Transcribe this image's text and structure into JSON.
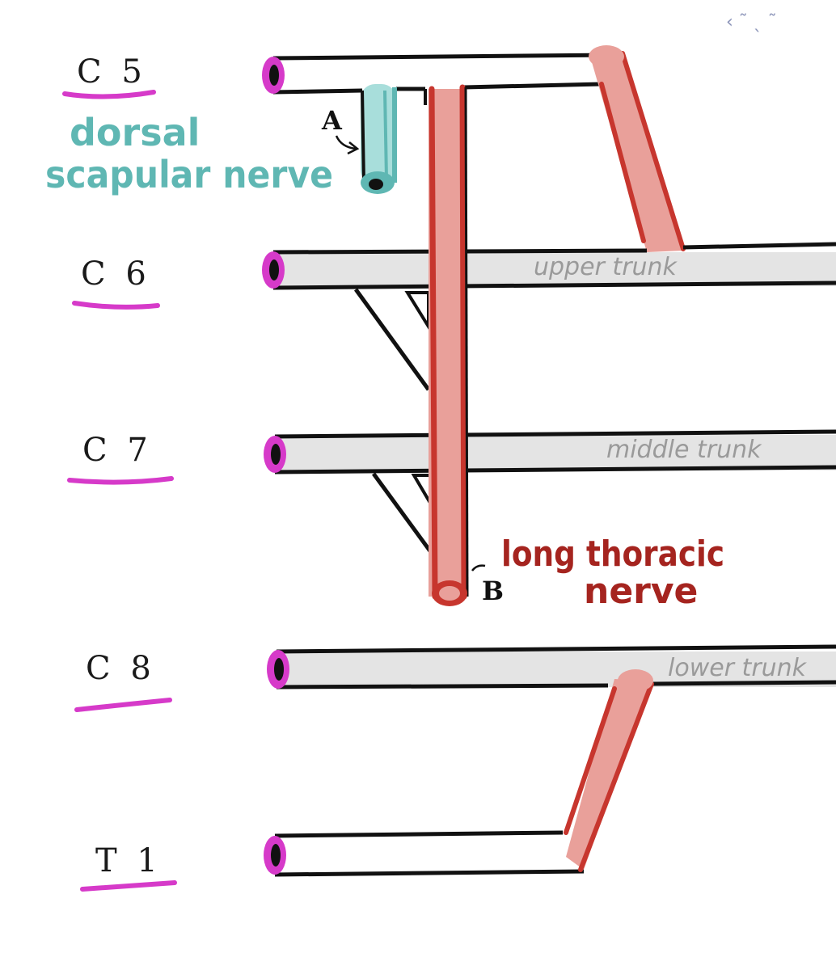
{
  "roots": [
    {
      "id": "c5",
      "label": "C 5"
    },
    {
      "id": "c6",
      "label": "C 6"
    },
    {
      "id": "c7",
      "label": "C 7"
    },
    {
      "id": "c8",
      "label": "C 8"
    },
    {
      "id": "t1",
      "label": "T 1"
    }
  ],
  "trunks": {
    "upper": "upper trunk",
    "middle": "middle trunk",
    "lower": "lower trunk"
  },
  "branch_letters": {
    "a": "A",
    "b": "B"
  },
  "annotations": {
    "dorsal_scapular_line1": "dorsal",
    "dorsal_scapular_line2": "scapular nerve",
    "long_thoracic_line1": "long thoracic",
    "long_thoracic_line2": "nerve"
  },
  "corner_marks": "‹ ˜ ˎ ˜",
  "colors": {
    "root_mark": "#d63ac9",
    "dorsal_scapular": "#5fb7b3",
    "long_thoracic": "#c7362e",
    "highlight_fill": "#e9a09a",
    "trunk_shade": "#e4e4e4"
  }
}
